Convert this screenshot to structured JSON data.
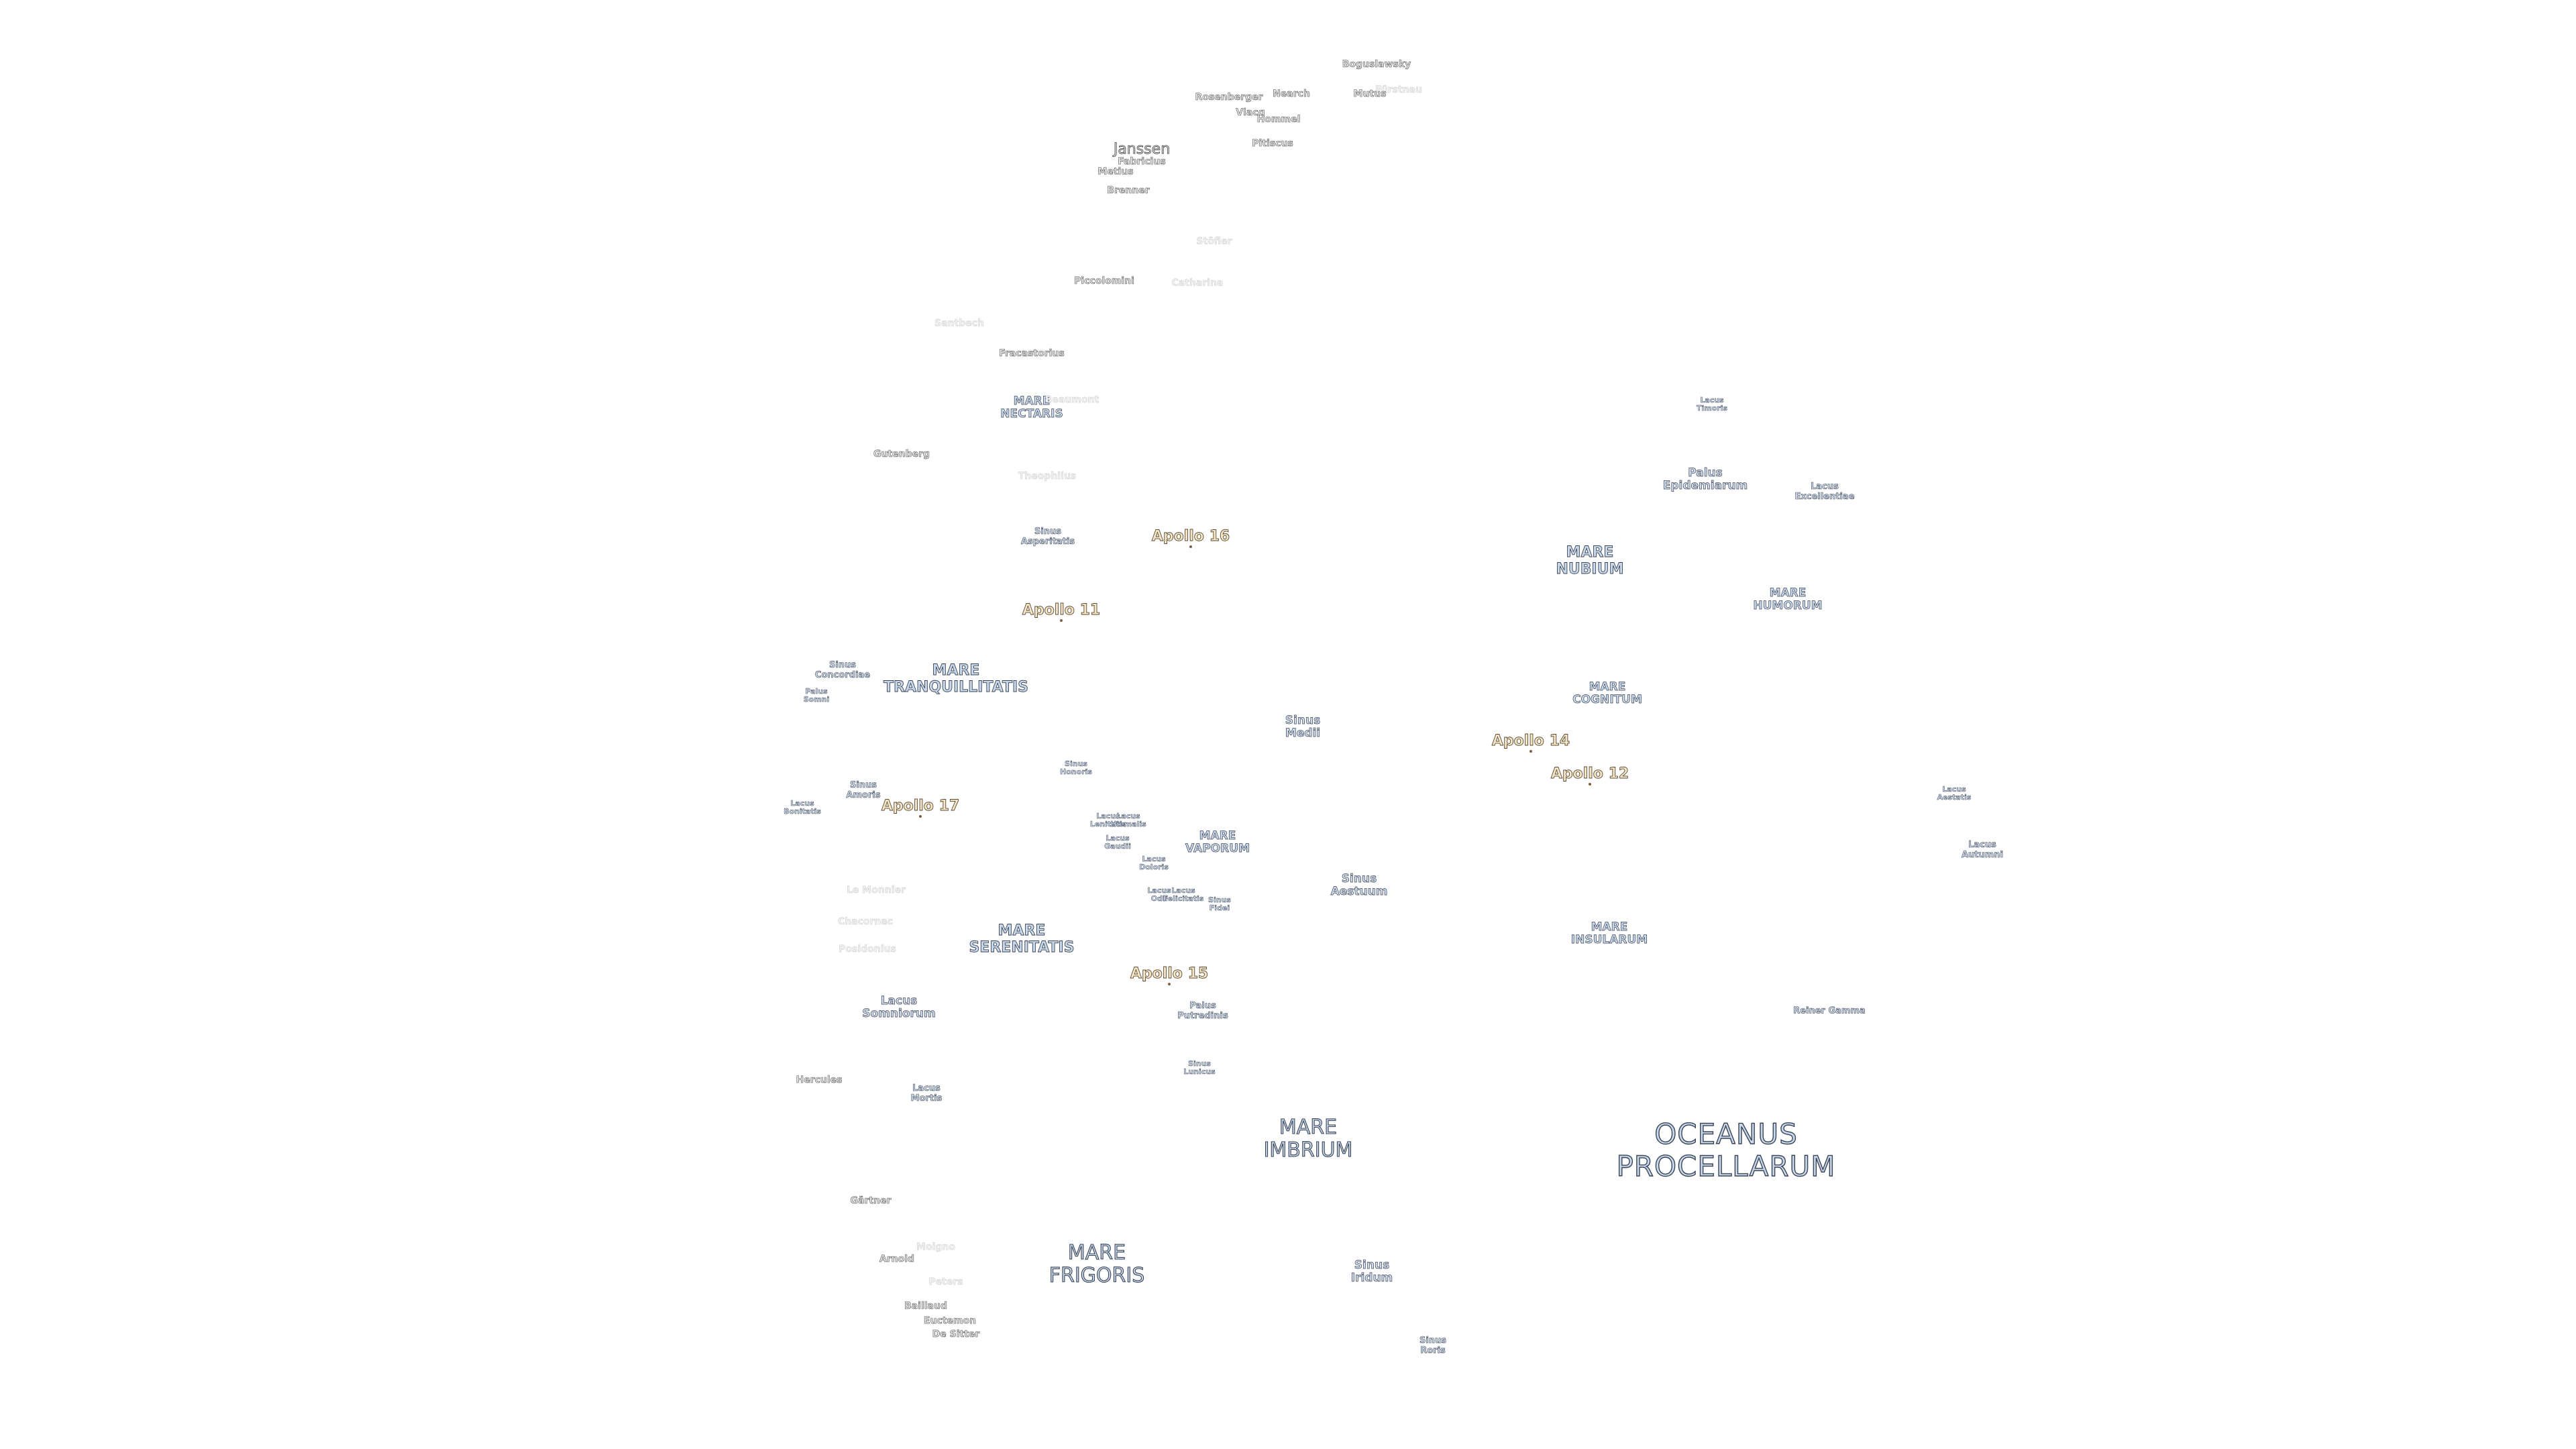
{
  "map": {
    "labels": [
      {
        "id": "bogus",
        "text": "Boguslawsky",
        "kind": "crater"
      },
      {
        "id": "fvs",
        "text": "Fürstnau",
        "kind": "faded"
      },
      {
        "id": "rosenberger",
        "text": "Rosenberger",
        "kind": "crater"
      },
      {
        "id": "hearch",
        "text": "Nearch",
        "kind": "crater"
      },
      {
        "id": "mutus",
        "text": "Mutus",
        "kind": "crater"
      },
      {
        "id": "vlacq",
        "text": "Vlacq",
        "kind": "crater"
      },
      {
        "id": "hommel",
        "text": "Hommel",
        "kind": "crater"
      },
      {
        "id": "pitiscus",
        "text": "Pitiscus",
        "kind": "crater"
      },
      {
        "id": "janssen",
        "text": "Janssen",
        "kind": "crater-l"
      },
      {
        "id": "fabricius",
        "text": "Fabricius",
        "kind": "crater"
      },
      {
        "id": "metius",
        "text": "Metius",
        "kind": "crater"
      },
      {
        "id": "brenner",
        "text": "Brenner",
        "kind": "crater"
      },
      {
        "id": "stoefler",
        "text": "Stöfler",
        "kind": "faded"
      },
      {
        "id": "piccolomini",
        "text": "Piccolomini",
        "kind": "crater"
      },
      {
        "id": "faded2",
        "text": "Catharina",
        "kind": "faded"
      },
      {
        "id": "santbech",
        "text": "Santbech",
        "kind": "faded"
      },
      {
        "id": "fracastorius",
        "text": "Fracastorius",
        "kind": "crater"
      },
      {
        "id": "mare_nectaris",
        "text": "MARE\nNECTARIS",
        "kind": "mare-s"
      },
      {
        "id": "beaumont",
        "text": "Beaumont",
        "kind": "faded"
      },
      {
        "id": "gutenberg",
        "text": "Gutenberg",
        "kind": "crater"
      },
      {
        "id": "theophilus",
        "text": "Theophilus",
        "kind": "faded"
      },
      {
        "id": "sinus_asperitatis",
        "text": "Sinus\nAsperitatis",
        "kind": "minor-s"
      },
      {
        "id": "apollo16",
        "text": "Apollo 16",
        "kind": "apollo"
      },
      {
        "id": "apollo11",
        "text": "Apollo 11",
        "kind": "apollo"
      },
      {
        "id": "sinus_concordiae",
        "text": "Sinus\nConcordiae",
        "kind": "minor-s"
      },
      {
        "id": "mare_tranquillitatis",
        "text": "MARE\nTRANQUILLITATIS",
        "kind": "mare"
      },
      {
        "id": "palus_somni",
        "text": "Palus\nSomni",
        "kind": "tiny"
      },
      {
        "id": "sinus_medii",
        "text": "Sinus\nMedii",
        "kind": "minor"
      },
      {
        "id": "sinus_honoris",
        "text": "Sinus\nHonoris",
        "kind": "tiny"
      },
      {
        "id": "sinus_amoris",
        "text": "Sinus\nAmoris",
        "kind": "minor-s"
      },
      {
        "id": "lacus_bonitatis",
        "text": "Lacus\nBonitatis",
        "kind": "tiny"
      },
      {
        "id": "apollo17",
        "text": "Apollo 17",
        "kind": "apollo"
      },
      {
        "id": "lacus_lenitatis",
        "text": "Lacus\nLenitatis",
        "kind": "tiny"
      },
      {
        "id": "lacus_hiemalis",
        "text": "Lacus\nHiemalis",
        "kind": "tiny"
      },
      {
        "id": "lacus_gaudii",
        "text": "Lacus\nGaudii",
        "kind": "tiny"
      },
      {
        "id": "lacus_doloris",
        "text": "Lacus\nDoloris",
        "kind": "tiny"
      },
      {
        "id": "mare_vaporum",
        "text": "MARE\nVAPORUM",
        "kind": "mare-s"
      },
      {
        "id": "lacus_odii",
        "text": "Lacus\nOdii",
        "kind": "tiny"
      },
      {
        "id": "lacus_felicitatis",
        "text": "Lacus\nFelicitatis",
        "kind": "tiny"
      },
      {
        "id": "sinus_fidei",
        "text": "Sinus\nFidei",
        "kind": "tiny"
      },
      {
        "id": "sinus_aestuum",
        "text": "Sinus\nAestuum",
        "kind": "minor"
      },
      {
        "id": "le_monnier",
        "text": "Le Monnier",
        "kind": "faded"
      },
      {
        "id": "chacornac",
        "text": "Chacornac",
        "kind": "faded"
      },
      {
        "id": "posidonius",
        "text": "Posidonius",
        "kind": "faded"
      },
      {
        "id": "mare_serenitatis",
        "text": "MARE\nSERENITATIS",
        "kind": "mare"
      },
      {
        "id": "apollo15",
        "text": "Apollo 15",
        "kind": "apollo"
      },
      {
        "id": "lacus_somniorum",
        "text": "Lacus\nSomniorum",
        "kind": "minor"
      },
      {
        "id": "palus_putredinis",
        "text": "Palus\nPutredinis",
        "kind": "minor-s"
      },
      {
        "id": "sinus_lunicus",
        "text": "Sinus\nLunicus",
        "kind": "tiny"
      },
      {
        "id": "hercules",
        "text": "Hercules",
        "kind": "crater"
      },
      {
        "id": "lacus_mortis",
        "text": "Lacus\nMortis",
        "kind": "minor-s"
      },
      {
        "id": "mare_imbrium",
        "text": "MARE\nIMBRIUM",
        "kind": "mare-l"
      },
      {
        "id": "gartner",
        "text": "Gärtner",
        "kind": "crater"
      },
      {
        "id": "faded_moigno",
        "text": "Moigno",
        "kind": "faded"
      },
      {
        "id": "arnold",
        "text": "Arnold",
        "kind": "crater"
      },
      {
        "id": "faded_peters",
        "text": "Peters",
        "kind": "faded"
      },
      {
        "id": "mare_frigoris",
        "text": "MARE\nFRIGORIS",
        "kind": "mare-l"
      },
      {
        "id": "sinus_iridum",
        "text": "Sinus\nIridum",
        "kind": "minor"
      },
      {
        "id": "baillaud",
        "text": "Baillaud",
        "kind": "crater"
      },
      {
        "id": "euctemon",
        "text": "Euctemon",
        "kind": "crater"
      },
      {
        "id": "de_sitter",
        "text": "De Sitter",
        "kind": "crater"
      },
      {
        "id": "sinus_roris",
        "text": "Sinus\nRoris",
        "kind": "minor-s"
      },
      {
        "id": "lacus_timoris",
        "text": "Lacus\nTimoris",
        "kind": "tiny"
      },
      {
        "id": "palus_epidemiarum",
        "text": "Palus\nEpidemiarum",
        "kind": "minor"
      },
      {
        "id": "lacus_excellentiae",
        "text": "Lacus\nExcellentiae",
        "kind": "minor-s"
      },
      {
        "id": "mare_nubium",
        "text": "MARE\nNUBIUM",
        "kind": "mare"
      },
      {
        "id": "mare_humorum",
        "text": "MARE\nHUMORUM",
        "kind": "mare-s"
      },
      {
        "id": "mare_cognitum",
        "text": "MARE\nCOGNITUM",
        "kind": "mare-s"
      },
      {
        "id": "apollo14",
        "text": "Apollo 14",
        "kind": "apollo"
      },
      {
        "id": "apollo12",
        "text": "Apollo 12",
        "kind": "apollo"
      },
      {
        "id": "lacus_aestatis",
        "text": "Lacus\nAestatis",
        "kind": "tiny"
      },
      {
        "id": "lacus_autumni",
        "text": "Lacus\nAutumni",
        "kind": "minor-s"
      },
      {
        "id": "mare_insularum",
        "text": "MARE\nINSULARUM",
        "kind": "mare-s"
      },
      {
        "id": "reiner_gamma",
        "text": "Reiner Gamma",
        "kind": "minor-s"
      },
      {
        "id": "oceanus_procellarum",
        "text": "OCEANUS\nPROCELLARUM",
        "kind": "ocean"
      }
    ]
  }
}
